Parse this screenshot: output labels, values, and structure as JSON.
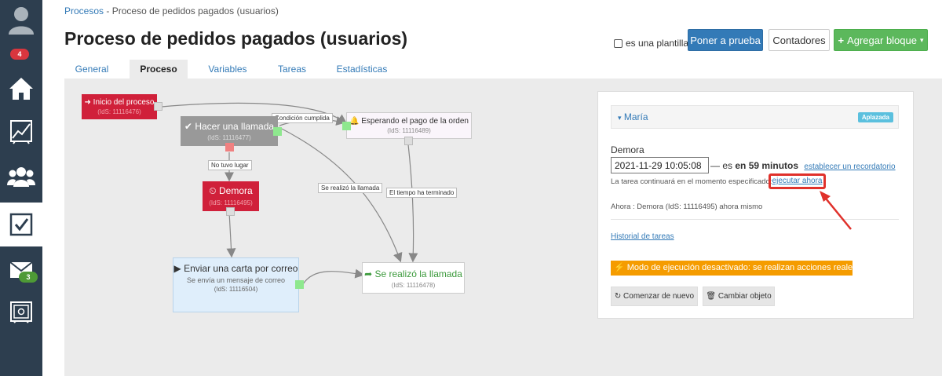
{
  "sidebar": {
    "badge_top": "4",
    "badge_mail": "3",
    "items": [
      "avatar-icon",
      "home-icon",
      "chart-icon",
      "users-icon",
      "tasks-icon",
      "mail-icon",
      "safe-icon"
    ]
  },
  "breadcrumb": {
    "parent": "Procesos",
    "separator": "-",
    "current": "Proceso de pedidos pagados (usuarios)"
  },
  "page_title": "Proceso de pedidos pagados (usuarios)",
  "header": {
    "template_label": "es una plantilla",
    "test_button": "Poner a prueba",
    "counters_button": "Contadores",
    "add_block_button": "Agregar bloque"
  },
  "tabs": [
    "General",
    "Proceso",
    "Variables",
    "Tareas",
    "Estadísticas"
  ],
  "active_tab": "Proceso",
  "nodes": {
    "start": {
      "label": "Inicio del proceso",
      "id": "(IdS: 11116476)"
    },
    "call": {
      "label": "Hacer una llamada",
      "id": "(IdS: 11116477)"
    },
    "waiting": {
      "label": "Esperando el pago de la orden",
      "id": "(IdS: 11116489)"
    },
    "delay": {
      "label": "Demora",
      "id": "(IdS: 11116495)"
    },
    "letter": {
      "label": "Enviar una carta por correo",
      "sub": "Se envía un mensaje de correo",
      "id": "(IdS: 11116504)"
    },
    "done": {
      "label": "Se realizó la llamada",
      "id": "(IdS: 11116478)"
    }
  },
  "edge_labels": {
    "condition": "Condición cumplida",
    "not_happened": "No tuvo lugar",
    "done_call": "Se realizó la llamada",
    "time_over": "El tiempo ha terminado"
  },
  "panel": {
    "user": "María",
    "status_badge": "Aplazada",
    "delay_label": "Demora",
    "datetime_value": "2021-11-29 10:05:08",
    "dash_text": "— es",
    "in_minutes": "en 59 minutos",
    "reminder_link": "establecer un recordatorio",
    "continue_text": "La tarea continuará en el momento especificado:",
    "execute_now_link": "ejecutar ahora",
    "now_text": "Ahora : Demora (IdS: 11116495) ahora mismo",
    "history_link": "Historial de tareas",
    "mode_warning": "Modo de ejecución desactivado: se realizan acciones reales",
    "restart_button": "Comenzar de nuevo",
    "change_button": "Cambiar objeto"
  },
  "colors": {
    "sidebar": "#2d3e4f",
    "primary": "#337ab7",
    "success": "#5cb85c",
    "danger": "#d0203a",
    "warning": "#f59c00",
    "highlight": "#e0312b",
    "badge_red": "#d9363e",
    "badge_green": "#4e9a36"
  }
}
